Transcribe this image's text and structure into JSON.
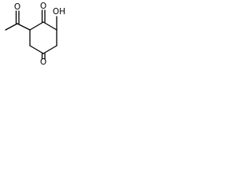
{
  "molecule": {
    "atoms": {
      "ketone_oxygen_top": "O",
      "hydroxyl": "OH",
      "ketone_oxygen_bottom": "O",
      "acetyl_oxygen": "O"
    }
  },
  "colors": {
    "bond": "#000000",
    "label": "#000000",
    "background": "#ffffff"
  }
}
